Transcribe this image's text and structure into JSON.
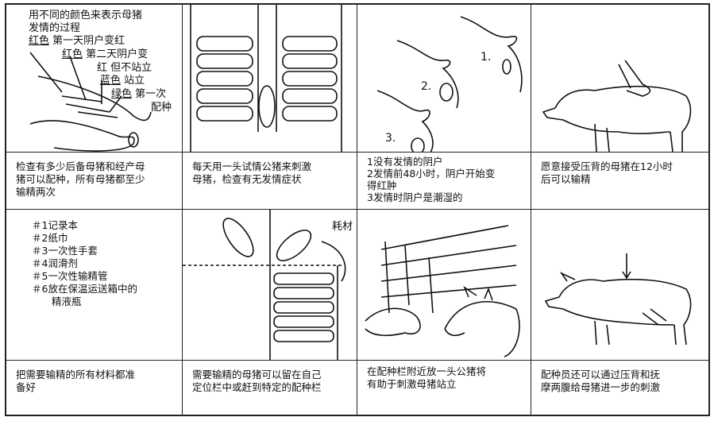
{
  "panels": [
    {
      "image_text": {
        "title_line1": "用不同的颜色来表示母猪",
        "title_line2": "发情的过程",
        "red1_color": "红色",
        "red1_text": "第一天阴户变红",
        "red2_color": "红色",
        "red2_text": "第二天阴户变",
        "red2_text2": "红 但不站立",
        "blue_color": "蓝色",
        "blue_text": "站立",
        "green_color": "绿色",
        "green_text": "第一次",
        "green_text2": "配种"
      },
      "caption": [
        "检查有多少后备母猪和经产母",
        "猪可以配种，所有母猪都至少",
        "输精两次"
      ]
    },
    {
      "caption": [
        "每天用一头试情公猪来刺激",
        "母猪，检查有无发情症状"
      ]
    },
    {
      "image_text": {
        "n1": "1.",
        "n2": "2.",
        "n3": "3."
      },
      "caption": [
        "1没有发情的阴户",
        "2发情前48小时，阴户开始变",
        "得红肿",
        "3发情时阴户是潮湿的"
      ]
    },
    {
      "caption": [
        "愿意接受压背的母猪在12小时",
        "后可以输精"
      ]
    },
    {
      "image_text": {
        "items": [
          "＃1记录本",
          "＃2纸巾",
          "＃3一次性手套",
          "＃4润滑剂",
          "＃5一次性输精管",
          "＃6放在保温运送箱中的",
          "　　精液瓶"
        ]
      },
      "caption": [
        "把需要输精的所有材料都准",
        "备好"
      ]
    },
    {
      "image_text": {
        "consumables": "耗材"
      },
      "caption": [
        "需要输精的母猪可以留在自己",
        "定位栏中或赶到特定的配种栏"
      ]
    },
    {
      "caption": [
        "在配种栏附近放一头公猪将",
        "有助于刺激母猪站立"
      ]
    },
    {
      "caption": [
        "配种员还可以通过压背和抚",
        "摩两腹给母猪进一步的刺激"
      ]
    }
  ]
}
